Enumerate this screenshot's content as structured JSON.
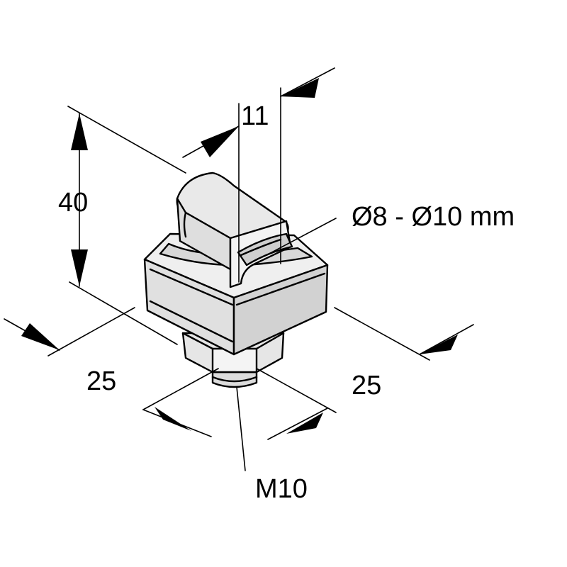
{
  "dimensions": {
    "height": "40",
    "width_left": "25",
    "width_right": "25",
    "slot_width": "11",
    "diameter_range": "Ø8 - Ø10 mm",
    "thread": "M10"
  },
  "colors": {
    "line": "#000000",
    "face_light": "#f2f2f2",
    "face_mid": "#e2e2e2",
    "face_dark": "#cfcfcf"
  }
}
